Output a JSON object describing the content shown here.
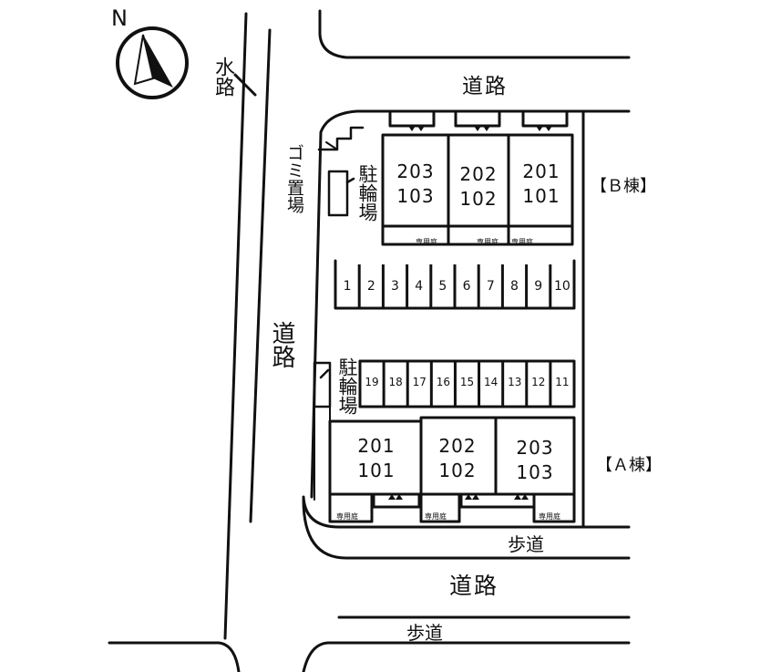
{
  "compass": {
    "north_label": "N"
  },
  "roads": {
    "top": "道路",
    "left": "道路",
    "bottom": "道路",
    "canal": "水路",
    "sidewalk_upper": "歩道",
    "sidewalk_lower": "歩道"
  },
  "facilities": {
    "garbage": "ゴミ置場",
    "bike_upper": "駐輪場",
    "bike_lower": "駐輪場"
  },
  "building_b": {
    "label": "【Ｂ棟】",
    "units": [
      {
        "top": "203",
        "bottom": "103"
      },
      {
        "top": "202",
        "bottom": "102"
      },
      {
        "top": "201",
        "bottom": "101"
      }
    ],
    "garden_label": "専用庭"
  },
  "building_a": {
    "label": "【Ａ棟】",
    "units": [
      {
        "top": "201",
        "bottom": "101"
      },
      {
        "top": "202",
        "bottom": "102"
      },
      {
        "top": "203",
        "bottom": "103"
      }
    ],
    "garden_label": "専用庭"
  },
  "parking_upper": [
    "1",
    "2",
    "3",
    "4",
    "5",
    "6",
    "7",
    "8",
    "9",
    "10"
  ],
  "parking_lower": [
    "19",
    "18",
    "17",
    "16",
    "15",
    "14",
    "13",
    "12",
    "11"
  ]
}
